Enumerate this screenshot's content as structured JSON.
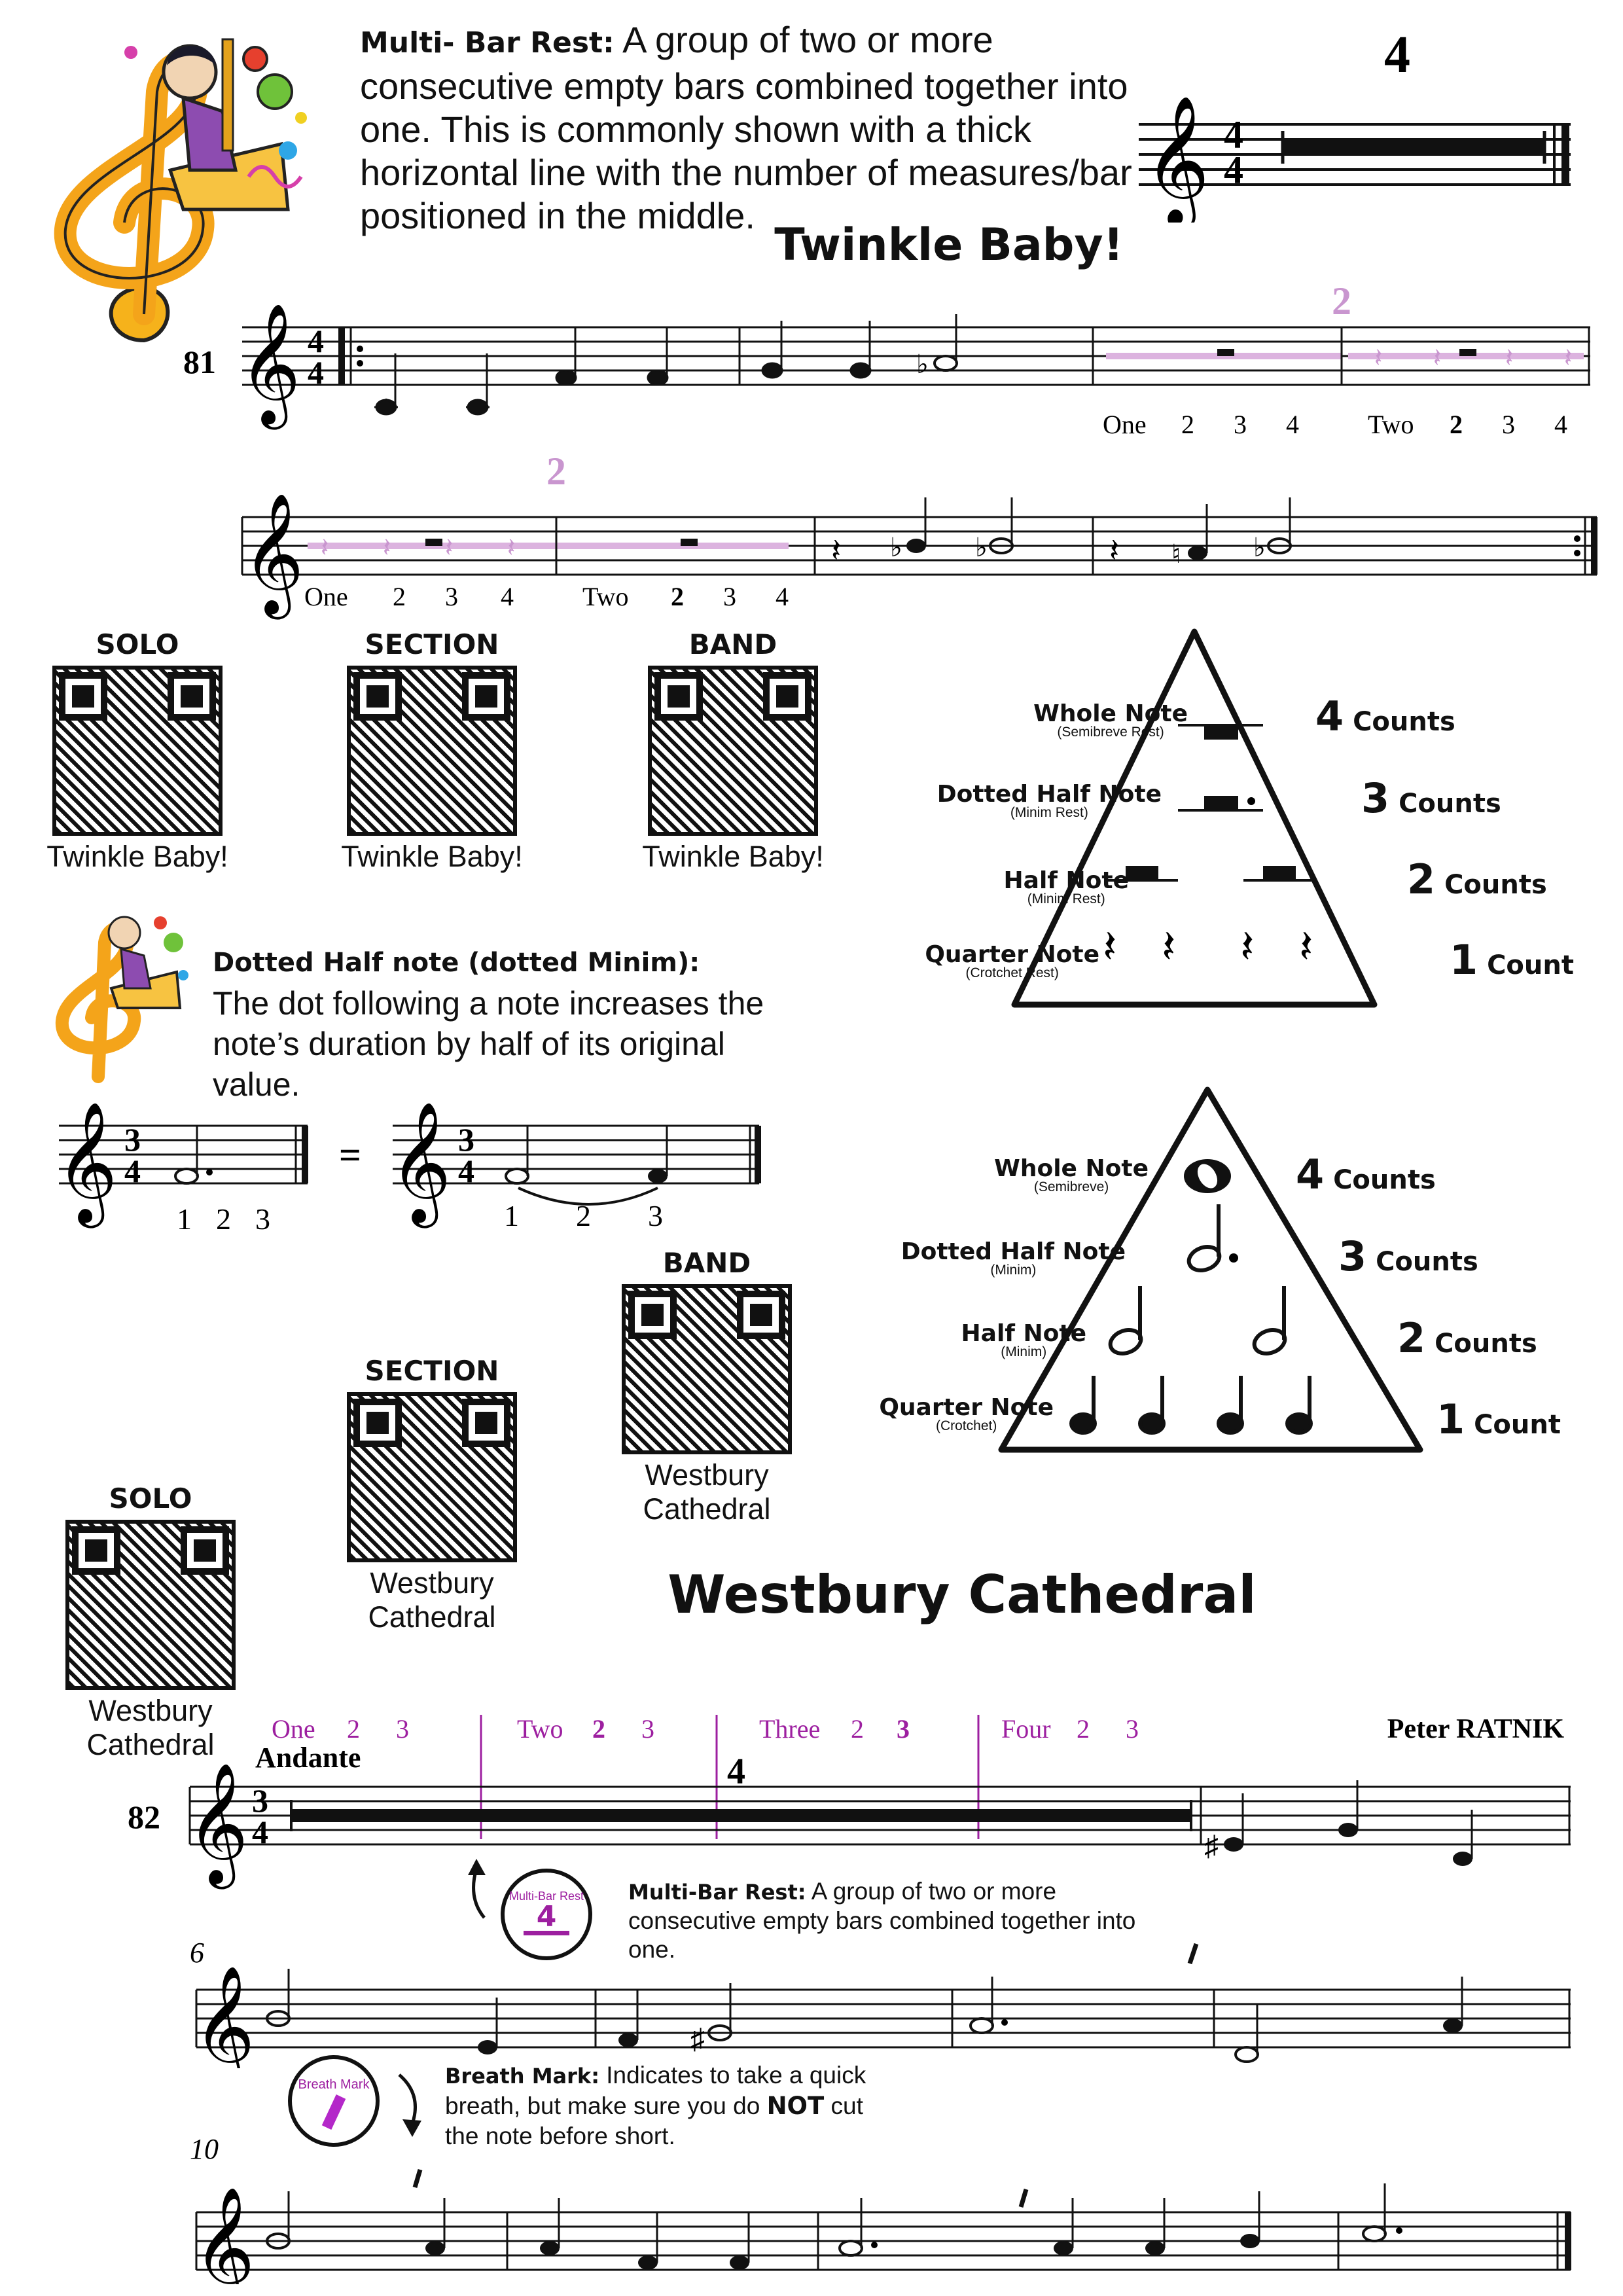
{
  "intro": {
    "term": "Multi- Bar Rest:",
    "text": "A group of two or more consecutive empty bars combined together into one. This is commonly shown with a thick horizontal line with the number of measures/bar positioned in the middle.",
    "example_number": "4",
    "example_time": [
      "4",
      "4"
    ]
  },
  "twinkle": {
    "title": "Twinkle Baby!",
    "exercise_number": "81",
    "time_signature": [
      "4",
      "4"
    ],
    "multi_rest_number": "2",
    "count_row_1": [
      "One",
      "2",
      "3",
      "4",
      "Two",
      "2",
      "3",
      "4"
    ],
    "count_row_2": [
      "One",
      "2",
      "3",
      "4",
      "Two",
      "2",
      "3",
      "4"
    ]
  },
  "qr_twinkle": [
    {
      "heading": "SOLO",
      "label": "Twinkle Baby!"
    },
    {
      "heading": "SECTION",
      "label": "Twinkle Baby!"
    },
    {
      "heading": "BAND",
      "label": "Twinkle Baby!"
    }
  ],
  "rest_pyramid": [
    {
      "name": "Whole Note",
      "sub": "(Semibreve Rest)",
      "num": "4",
      "unit": "Counts"
    },
    {
      "name": "Dotted Half Note",
      "sub": "(Minim Rest)",
      "num": "3",
      "unit": "Counts"
    },
    {
      "name": "Half Note",
      "sub": "(Minim Rest)",
      "num": "2",
      "unit": "Counts"
    },
    {
      "name": "Quarter Note",
      "sub": "(Crotchet Rest)",
      "num": "1",
      "unit": "Count"
    }
  ],
  "note_pyramid": [
    {
      "name": "Whole Note",
      "sub": "(Semibreve)",
      "num": "4",
      "unit": "Counts"
    },
    {
      "name": "Dotted Half Note",
      "sub": "(Minim)",
      "num": "3",
      "unit": "Counts"
    },
    {
      "name": "Half Note",
      "sub": "(Minim)",
      "num": "2",
      "unit": "Counts"
    },
    {
      "name": "Quarter Note",
      "sub": "(Crotchet)",
      "num": "1",
      "unit": "Count"
    }
  ],
  "dotted": {
    "term": "Dotted Half note (dotted Minim):",
    "text": "The dot following a note increases the note’s duration by half of its original value.",
    "time_signature": [
      "3",
      "4"
    ],
    "equals": "=",
    "counts_left": [
      "1",
      "2",
      "3"
    ],
    "counts_right": [
      "1",
      "2",
      "3"
    ]
  },
  "qr_westbury": [
    {
      "heading": "SOLO",
      "label": "Westbury Cathedral"
    },
    {
      "heading": "SECTION",
      "label": "Westbury Cathedral"
    },
    {
      "heading": "BAND",
      "label": "Westbury Cathedral"
    }
  ],
  "westbury": {
    "title": "Westbury Cathedral",
    "exercise_number": "82",
    "tempo": "Andante",
    "composer": "Peter RATNIK",
    "time_signature": [
      "3",
      "4"
    ],
    "multi_rest_number": "4",
    "bar_counts": [
      [
        "One",
        "2",
        "3"
      ],
      [
        "Two",
        "2",
        "3"
      ],
      [
        "Three",
        "2",
        "3"
      ],
      [
        "Four",
        "2",
        "3"
      ]
    ],
    "line2_measure": "6",
    "line3_measure": "10"
  },
  "callouts": {
    "multibar_badge": "Multi-Bar Rest",
    "multibar_badge_num": "4",
    "multibar_term": "Multi-Bar Rest:",
    "multibar_text": "A group of two or more consecutive empty bars combined together into one.",
    "breath_badge": "Breath Mark",
    "breath_term": "Breath Mark:",
    "breath_text_1": "Indicates to take a quick breath, but make sure you do ",
    "breath_not": "NOT",
    "breath_text_2": " cut the note before short."
  }
}
